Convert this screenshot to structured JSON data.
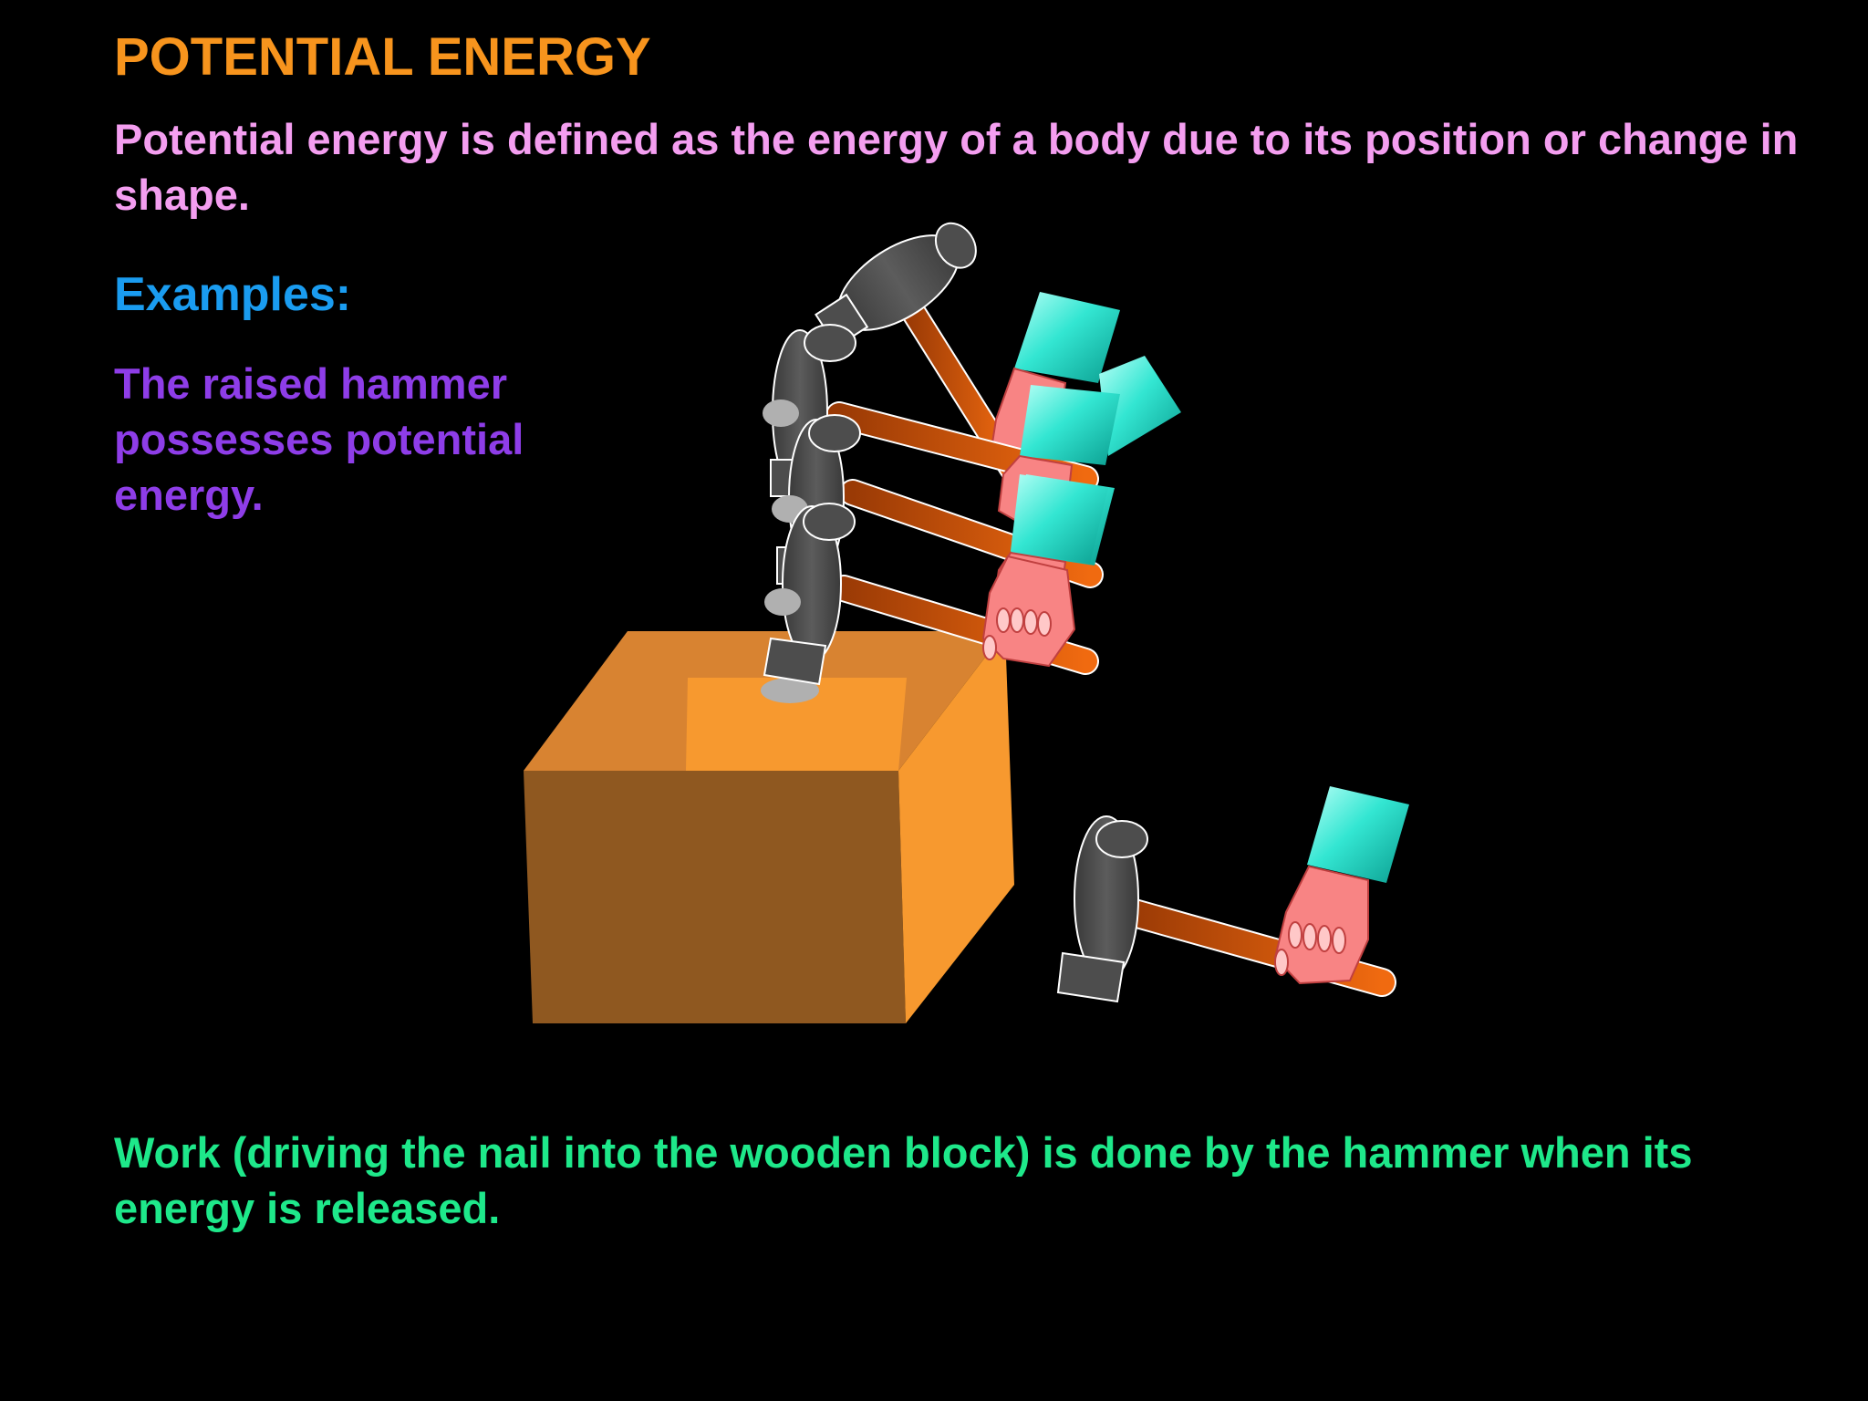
{
  "slide": {
    "title": "POTENTIAL ENERGY",
    "definition": "Potential energy is defined as the energy of a body due to its position or change in shape.",
    "examples_heading": "Examples:",
    "example_text": "The raised hammer possesses potential energy.",
    "conclusion": "Work (driving the nail into the wooden block)  is done by the hammer when its energy is released."
  },
  "colors": {
    "background": "#000000",
    "title": "#f7941d",
    "definition": "#f49ef0",
    "examples_heading": "#1a9cf0",
    "example_text": "#8e3de8",
    "conclusion": "#1ee88a",
    "block_top": "#d88331",
    "block_front": "#8f5820",
    "block_side": "#f7992f",
    "hammer_head": "#4d4d4d",
    "hammer_handle": "#e35b00",
    "sleeve": "#33e6d2",
    "hand": "#f88484"
  },
  "illustration": {
    "icons": [
      "wooden-block-icon",
      "nail-icon",
      "hammer-icon",
      "hand-icon",
      "sleeve-icon"
    ]
  }
}
